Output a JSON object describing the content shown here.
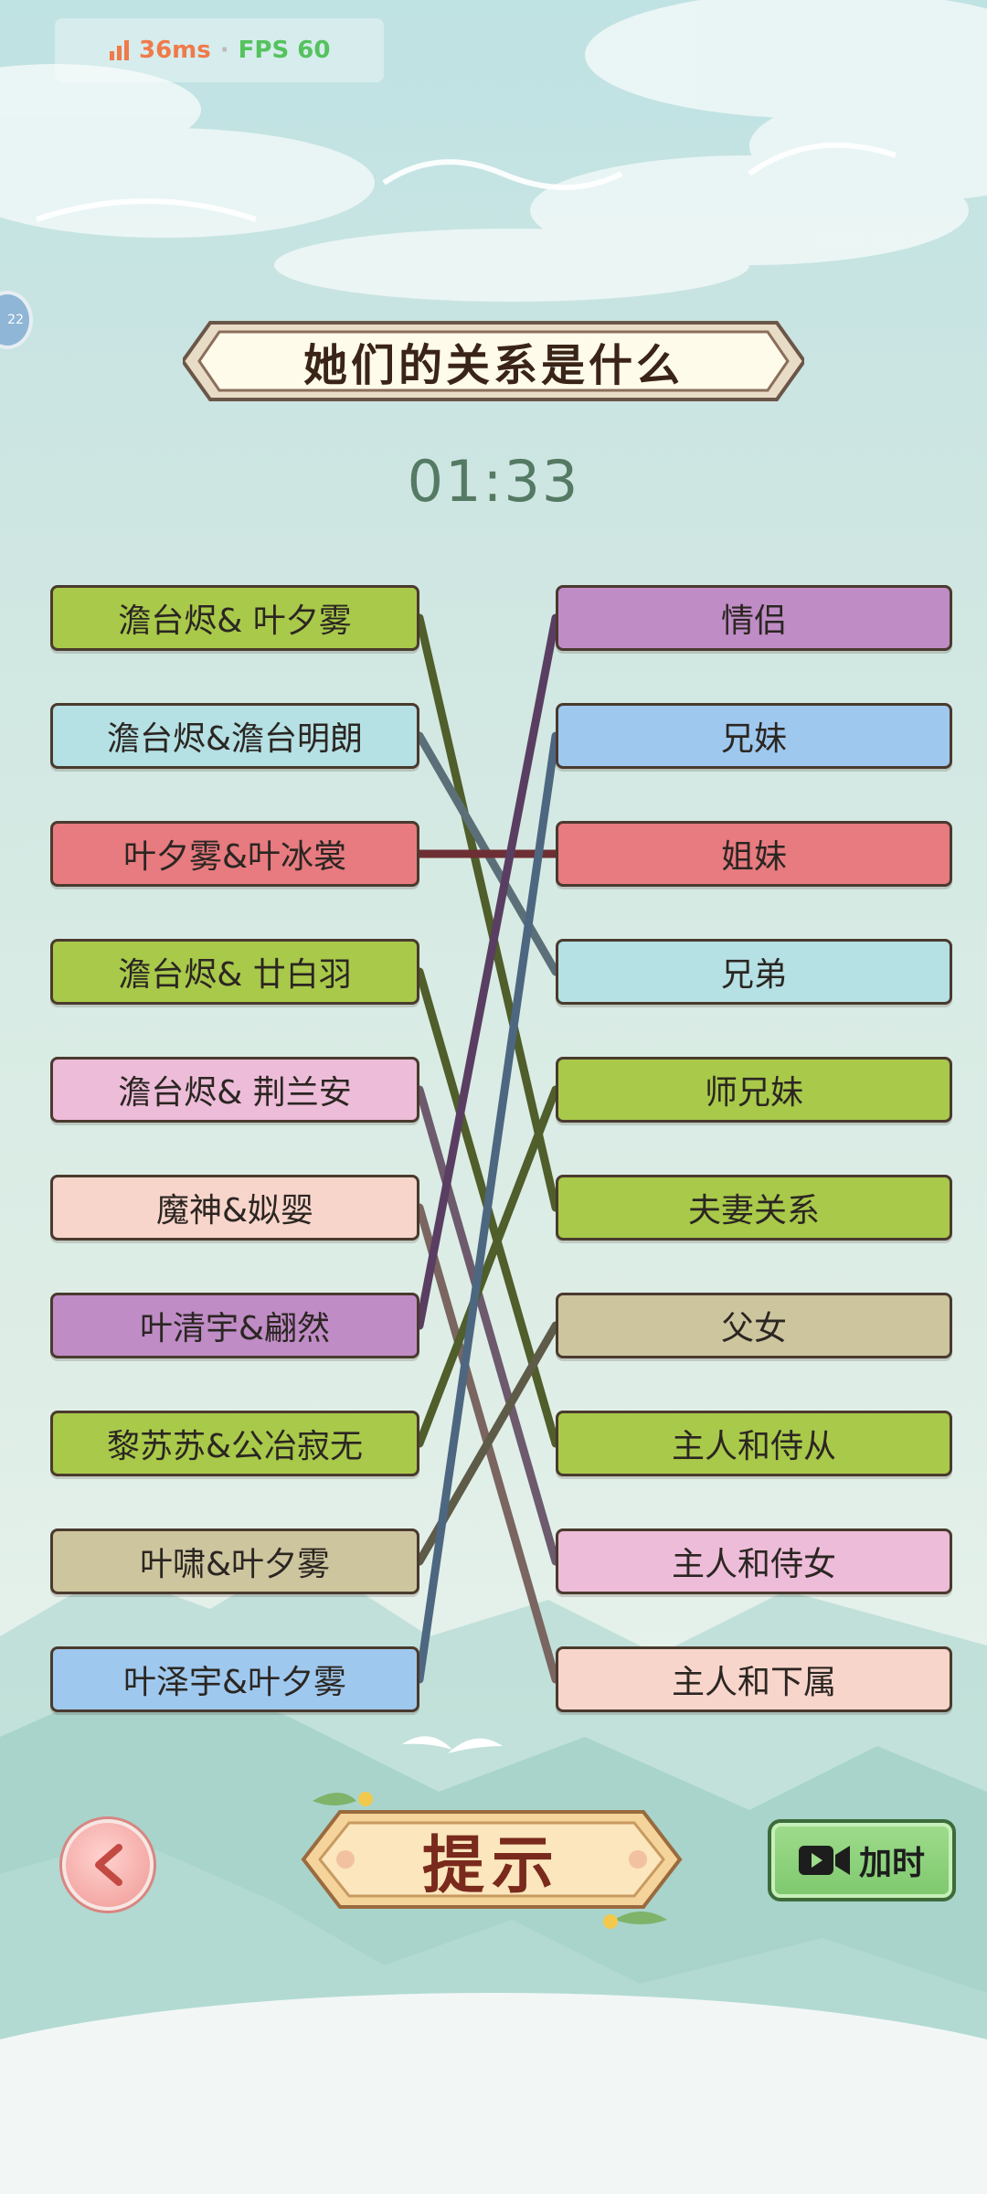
{
  "status": {
    "ping": "36ms",
    "separator": "·",
    "fps": "FPS 60"
  },
  "side_badge": "22",
  "title": "她们的关系是什么",
  "timer": "01:33",
  "left_names": [
    {
      "text": "澹台烬& 叶夕雾",
      "color": "#a9c94a"
    },
    {
      "text": "澹台烬&澹台明朗",
      "color": "#b5e0e4"
    },
    {
      "text": "叶夕雾&叶冰裳",
      "color": "#e77b80"
    },
    {
      "text": "澹台烬& 廿白羽",
      "color": "#a9c94a"
    },
    {
      "text": "澹台烬& 荆兰安",
      "color": "#edbcd8"
    },
    {
      "text": "魔神&姒婴",
      "color": "#f8d5cb"
    },
    {
      "text": "叶清宇&翩然",
      "color": "#bf8cc6"
    },
    {
      "text": "黎苏苏&公冶寂无",
      "color": "#a9c94a"
    },
    {
      "text": "叶啸&叶夕雾",
      "color": "#cdc59e"
    },
    {
      "text": "叶泽宇&叶夕雾",
      "color": "#9fc8ee"
    }
  ],
  "right_relations": [
    {
      "text": "情侣",
      "color": "#bf8cc6"
    },
    {
      "text": "兄妹",
      "color": "#9fc8ee"
    },
    {
      "text": "姐妹",
      "color": "#e77b80"
    },
    {
      "text": "兄弟",
      "color": "#b5e0e4"
    },
    {
      "text": "师兄妹",
      "color": "#a9c94a"
    },
    {
      "text": "夫妻关系",
      "color": "#a9c94a"
    },
    {
      "text": "父女",
      "color": "#cdc59e"
    },
    {
      "text": "主人和侍从",
      "color": "#a9c94a"
    },
    {
      "text": "主人和侍女",
      "color": "#edbcd8"
    },
    {
      "text": "主人和下属",
      "color": "#f8d5cb"
    }
  ],
  "connections": [
    {
      "from": 0,
      "to": 5,
      "color": "#4f5e2a"
    },
    {
      "from": 1,
      "to": 3,
      "color": "#5b6f78"
    },
    {
      "from": 2,
      "to": 2,
      "color": "#6e2f34"
    },
    {
      "from": 3,
      "to": 7,
      "color": "#4f5e2a"
    },
    {
      "from": 4,
      "to": 8,
      "color": "#6d5a6c"
    },
    {
      "from": 5,
      "to": 9,
      "color": "#7a6560"
    },
    {
      "from": 6,
      "to": 0,
      "color": "#5a3e62"
    },
    {
      "from": 7,
      "to": 4,
      "color": "#4f5e2a"
    },
    {
      "from": 8,
      "to": 6,
      "color": "#5e5b48"
    },
    {
      "from": 9,
      "to": 1,
      "color": "#4d6781"
    }
  ],
  "buttons": {
    "hint": "提示",
    "add_time": "加时"
  },
  "icons": {
    "back": "chevron-left-icon",
    "video": "video-camera-icon",
    "signal": "signal-bars-icon"
  }
}
